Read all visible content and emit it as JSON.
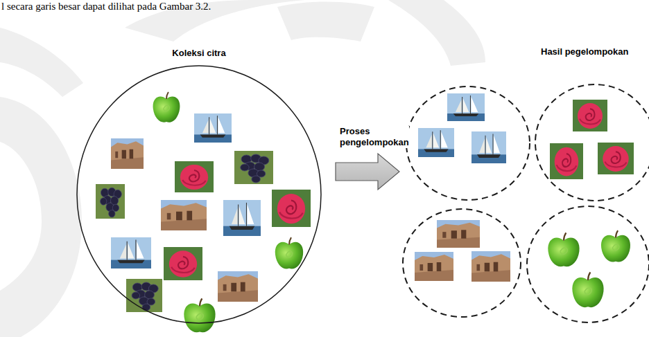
{
  "diagram": {
    "nodes": [
      {
        "text": [
          "Koleksi citra"
        ]
      },
      {
        "text": [
          "Hasil pegelompokan"
        ]
      }
    ],
    "edges": [
      {
        "from": 0,
        "to": 1,
        "label": "Proses pengelompokan",
        "arrow": "to"
      }
    ],
    "labels": [
      "l secara garis besar dapat dilihat pada Gambar 3.2."
    ]
  }
}
